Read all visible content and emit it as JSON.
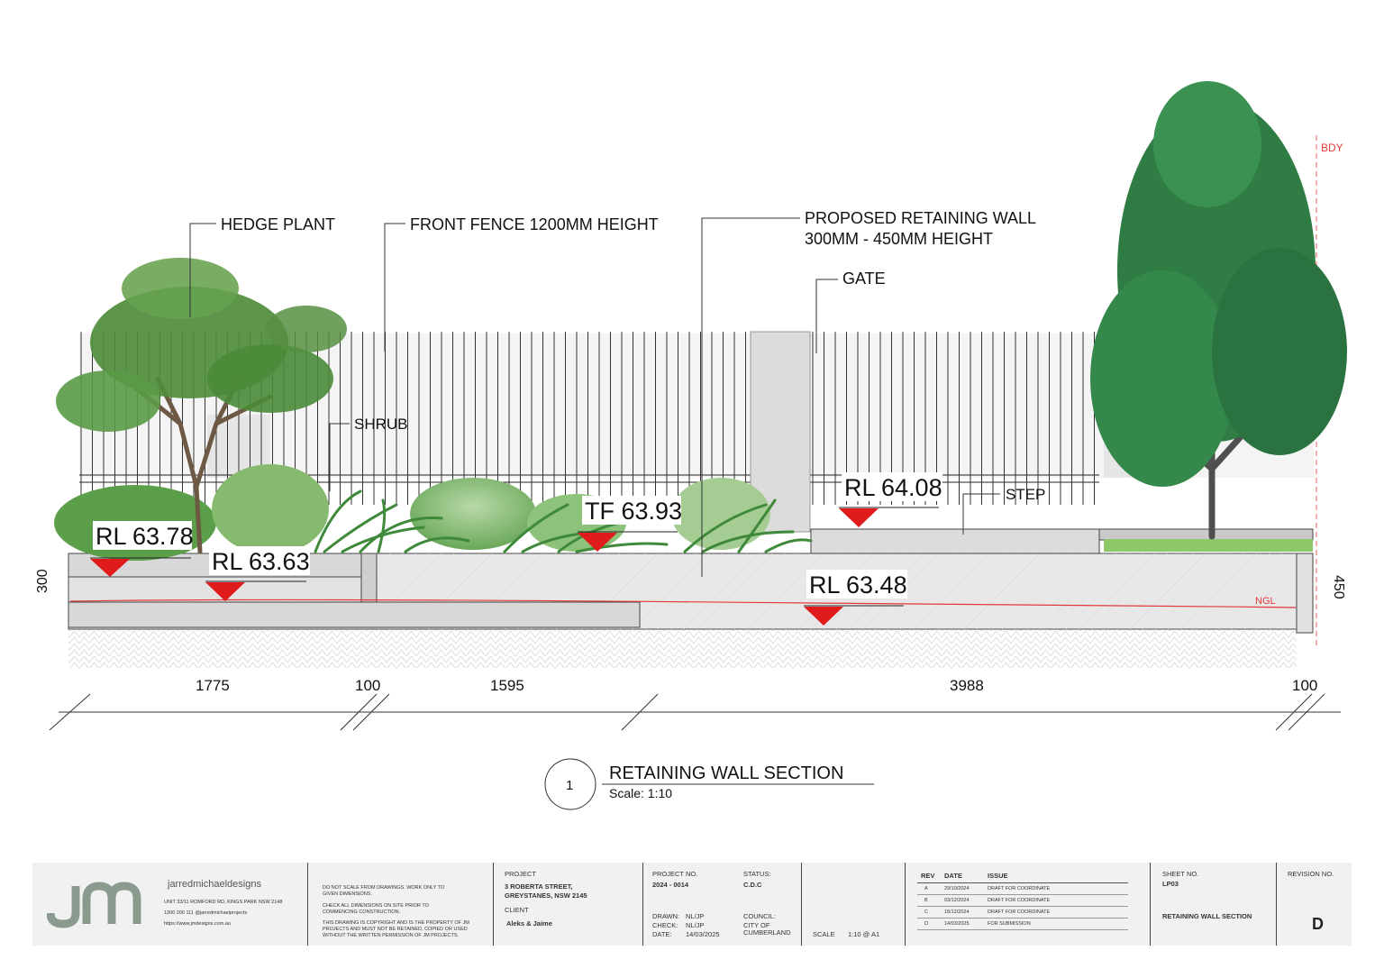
{
  "labels": {
    "hedge_plant": "HEDGE PLANT",
    "front_fence": "FRONT FENCE 1200MM HEIGHT",
    "retaining_wall_line1": "PROPOSED RETAINING WALL",
    "retaining_wall_line2": "300MM - 450MM HEIGHT",
    "gate": "GATE",
    "shrub": "SHRUB",
    "step": "STEP",
    "bdy": "BDY",
    "ngl": "NGL"
  },
  "levels": [
    {
      "text": "RL 63.78"
    },
    {
      "text": "RL 63.63"
    },
    {
      "text": "TF 63.93"
    },
    {
      "text": "RL 64.08"
    },
    {
      "text": "RL 63.48"
    }
  ],
  "wall_heights": {
    "left": "300",
    "right": "450"
  },
  "dimensions": [
    "1775",
    "100",
    "1595",
    "3988",
    "100"
  ],
  "section_title": {
    "number": "1",
    "title": "RETAINING WALL SECTION",
    "scale": "Scale: 1:10"
  },
  "colors": {
    "marker_red": "#e01b1b",
    "ngl_red": "#e23a3a",
    "wall_grey": "#d9d9d9",
    "tree_green": "#2e7d46",
    "logo_grey": "#8b9a8e"
  },
  "title_block": {
    "company": "jarredmichaeldesigns",
    "address": "UNIT 33/11 ROMFORD RD, KINGS PARK NSW 2148",
    "contact": "1300 200 111  @jarredmichaelprojects",
    "website": "https://www.jmdesigns.com.au",
    "notes": [
      "DO NOT SCALE FROM DRAWINGS. WORK ONLY TO GIVEN DIMENSIONS.",
      "CHECK ALL DIMENSIONS ON SITE PRIOR TO COMMENCING CONSTRUCTION.",
      "THIS DRAWING IS COPYRIGHT AND IS THE PROPERTY OF JM PROJECTS AND MUST NOT BE RETAINED, COPIED OR USED WITHOUT THE WRITTEN PERMISSION OF JM PROJECTS."
    ],
    "project_label": "PROJECT",
    "project_line1": "3 ROBERTA STREET,",
    "project_line2": "GREYSTANES, NSW 2145",
    "client_label": "CLIENT",
    "client": "Aleks & Jaime",
    "project_no_label": "PROJECT NO.",
    "project_no": "2024 - 0014",
    "status_label": "STATUS:",
    "status": "C.D.C",
    "drawn_label": "DRAWN:",
    "drawn": "NL/JP",
    "check_label": "CHECK:",
    "check": "NL/JP",
    "date_label": "DATE:",
    "date": "14/03/2025",
    "council_label": "COUNCIL:",
    "council_line1": "CITY OF",
    "council_line2": "CUMBERLAND",
    "scale_label": "SCALE",
    "scale": "1:10 @ A1",
    "rev_header": "REV",
    "date_header": "DATE",
    "issue_header": "ISSUE",
    "revisions": [
      {
        "rev": "A",
        "date": "29/10/2024",
        "issue": "DRAFT FOR COORDINATE"
      },
      {
        "rev": "B",
        "date": "03/12/2024",
        "issue": "DRAFT FOR COORDINATE"
      },
      {
        "rev": "C",
        "date": "18/12/2024",
        "issue": "DRAFT FOR COORDINATE"
      },
      {
        "rev": "D",
        "date": "14/03/2025",
        "issue": "FOR SUBMISSION"
      }
    ],
    "sheet_no_label": "SHEET NO.",
    "sheet_no": "LP03",
    "sheet_title": "RETAINING WALL SECTION",
    "revision_no_label": "REVISION NO.",
    "revision_no": "D"
  }
}
